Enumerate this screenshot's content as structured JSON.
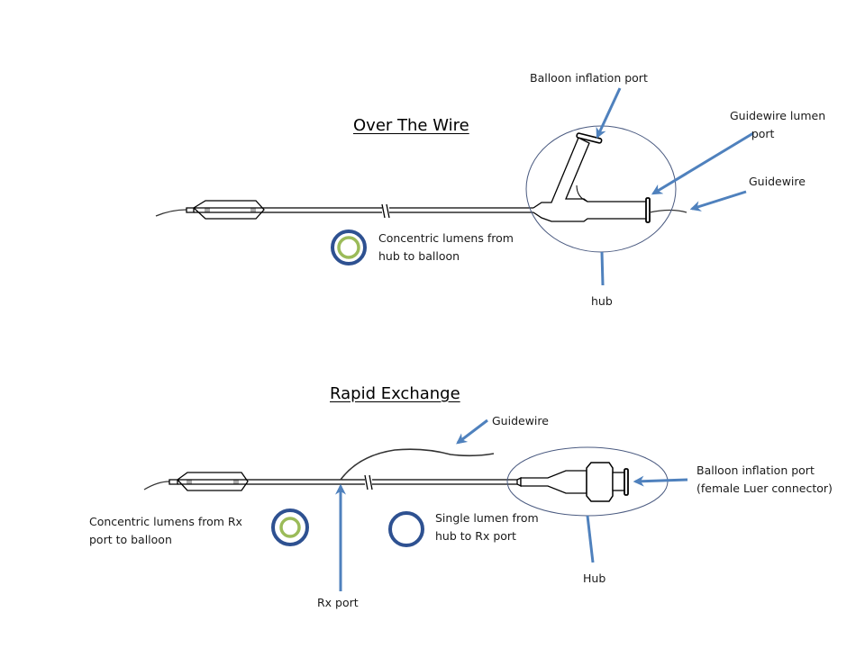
{
  "colors": {
    "arrow": "#4f81bd",
    "outer_ring": "#2e5191",
    "inner_ring": "#9bbb59",
    "ellipse": "#4a5a80",
    "line": "#000000",
    "marker": "#aaaaaa"
  },
  "otw": {
    "title": "Over The Wire",
    "labels": {
      "balloon_inflation_port": "Balloon inflation port",
      "guidewire_lumen_port": "Guidewire lumen\n      port",
      "guidewire": "Guidewire",
      "concentric_lumens": "Concentric lumens from\nhub to balloon",
      "hub": "hub"
    }
  },
  "rx": {
    "title": "Rapid Exchange",
    "labels": {
      "guidewire": "Guidewire",
      "balloon_inflation_port": "Balloon inflation port\n(female Luer connector)",
      "concentric_lumens": "Concentric lumens from Rx\nport to balloon",
      "single_lumen": "Single lumen from\nhub to Rx port",
      "hub": "Hub",
      "rx_port": "Rx port"
    }
  }
}
